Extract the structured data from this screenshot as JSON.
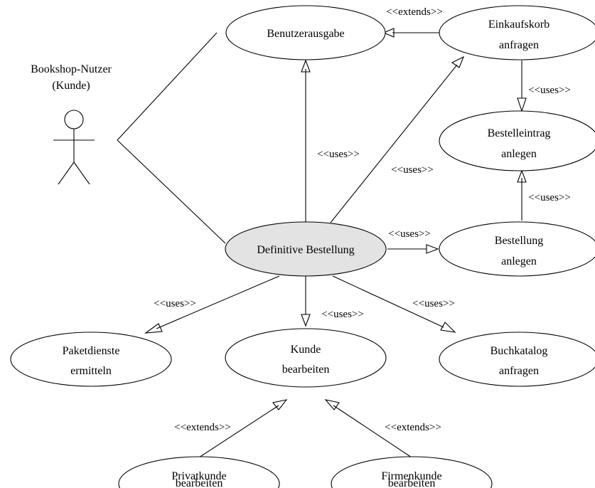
{
  "actor": {
    "name_line1": "Bookshop-Nutzer",
    "name_line2": "(Kunde)"
  },
  "use_cases": {
    "benutzerausgabe": "Benutzerausgabe",
    "einkaufskorb_1": "Einkaufskorb",
    "einkaufskorb_2": "anfragen",
    "bestelleintrag_1": "Bestelleintrag",
    "bestelleintrag_2": "anlegen",
    "definitive": "Definitive Bestellung",
    "bestellung_1": "Bestellung",
    "bestellung_2": "anlegen",
    "paket_1": "Paketdienste",
    "paket_2": "ermitteln",
    "kunde_1": "Kunde",
    "kunde_2": "bearbeiten",
    "buchkatalog_1": "Buchkatalog",
    "buchkatalog_2": "anfragen",
    "privat_1": "Privatkunde",
    "privat_2": "bearbeiten",
    "firmen_1": "Firmenkunde",
    "firmen_2": "bearbeiten"
  },
  "stereotypes": {
    "extends_top": "<<extends>>",
    "uses_einkauf_bestelleintrag": "<<uses>>",
    "uses_def_benutzer": "<<uses>>",
    "uses_def_einkauf": "<<uses>>",
    "uses_bestellung_bestelleintrag": "<<uses>>",
    "uses_def_bestellung": "<<uses>>",
    "uses_def_paket": "<<uses>>",
    "uses_def_kunde": "<<uses>>",
    "uses_def_buchkatalog": "<<uses>>",
    "extends_privat": "<<extends>>",
    "extends_firmen": "<<extends>>"
  },
  "colors": {
    "highlight_fill": "#e3e3e3",
    "stroke": "#000000"
  }
}
